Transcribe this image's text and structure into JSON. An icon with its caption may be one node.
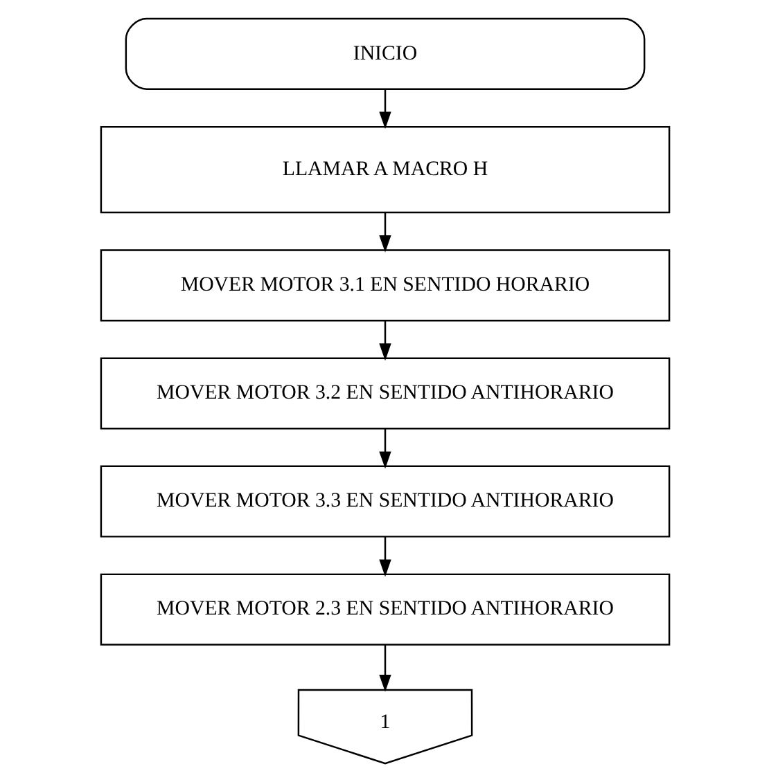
{
  "diagram": {
    "nodes": [
      {
        "text": [
          "INICIO"
        ]
      },
      {
        "text": [
          "LLAMAR A MACRO H"
        ]
      },
      {
        "text": [
          "MOVER MOTOR 3.1 EN SENTIDO HORARIO"
        ]
      },
      {
        "text": [
          "MOVER MOTOR 3.2 EN SENTIDO ANTIHORARIO"
        ]
      },
      {
        "text": [
          "MOVER MOTOR 3.3 EN SENTIDO ANTIHORARIO"
        ]
      },
      {
        "text": [
          "MOVER MOTOR 2.3 EN SENTIDO ANTIHORARIO"
        ]
      },
      {
        "text": [
          "1"
        ]
      }
    ],
    "edges": [
      {
        "from": 0,
        "to": 1,
        "arrow": "to"
      },
      {
        "from": 1,
        "to": 2,
        "arrow": "to"
      },
      {
        "from": 2,
        "to": 3,
        "arrow": "to"
      },
      {
        "from": 3,
        "to": 4,
        "arrow": "to"
      },
      {
        "from": 4,
        "to": 5,
        "arrow": "to"
      },
      {
        "from": 5,
        "to": 6,
        "arrow": "to"
      }
    ]
  }
}
